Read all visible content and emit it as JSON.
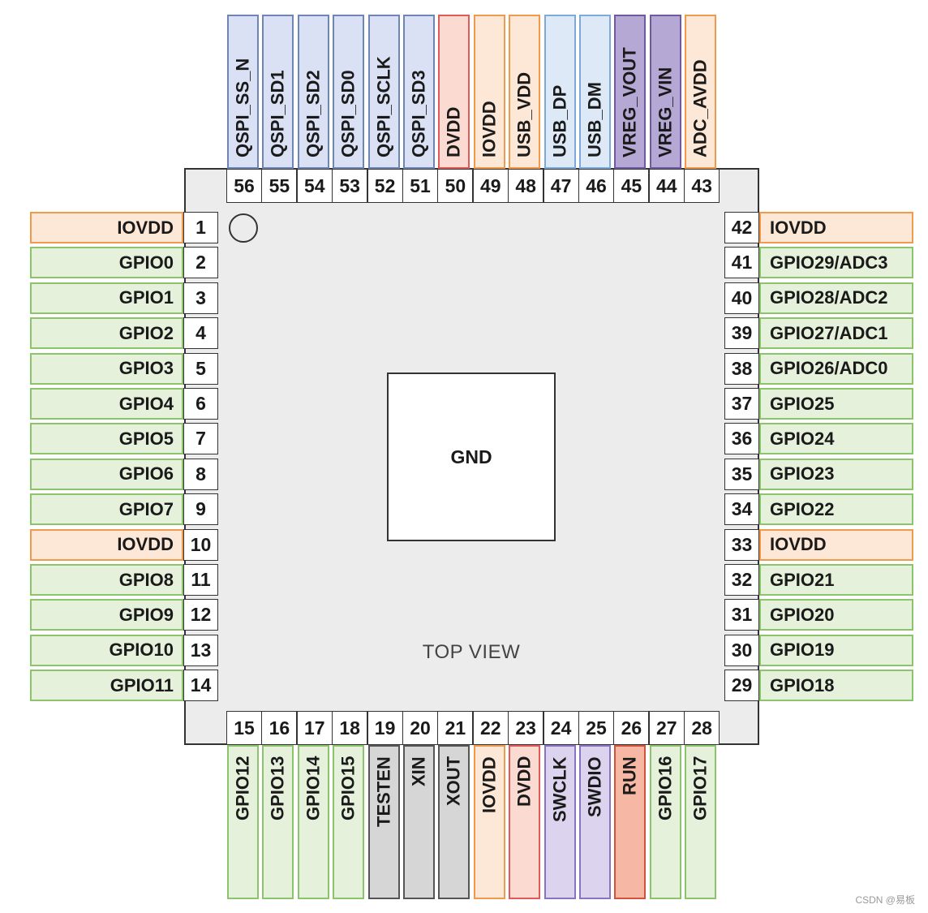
{
  "diagram": {
    "center_label": "GND",
    "view_label": "TOP VIEW",
    "watermark": "CSDN @易板"
  },
  "colors": {
    "power": {
      "fill": "#fde7d6",
      "border": "#f29a4c"
    },
    "gpio": {
      "fill": "#e6f1dc",
      "border": "#8cc46b"
    },
    "qspi": {
      "fill": "#dae1f4",
      "border": "#6f86b5"
    },
    "dvdd": {
      "fill": "#fbdad2",
      "border": "#e05a5a"
    },
    "usb": {
      "fill": "#dde9f6",
      "border": "#7eaad8"
    },
    "vreg": {
      "fill": "#b6a8d5",
      "border": "#6f5aa0"
    },
    "clock": {
      "fill": "#d6d6d6",
      "border": "#555555"
    },
    "debug": {
      "fill": "#dcd4ee",
      "border": "#8a74c0"
    },
    "run": {
      "fill": "#f6b8a5",
      "border": "#d0533c"
    }
  },
  "pins": {
    "left": [
      {
        "num": "1",
        "name": "IOVDD",
        "kind": "power"
      },
      {
        "num": "2",
        "name": "GPIO0",
        "kind": "gpio"
      },
      {
        "num": "3",
        "name": "GPIO1",
        "kind": "gpio"
      },
      {
        "num": "4",
        "name": "GPIO2",
        "kind": "gpio"
      },
      {
        "num": "5",
        "name": "GPIO3",
        "kind": "gpio"
      },
      {
        "num": "6",
        "name": "GPIO4",
        "kind": "gpio"
      },
      {
        "num": "7",
        "name": "GPIO5",
        "kind": "gpio"
      },
      {
        "num": "8",
        "name": "GPIO6",
        "kind": "gpio"
      },
      {
        "num": "9",
        "name": "GPIO7",
        "kind": "gpio"
      },
      {
        "num": "10",
        "name": "IOVDD",
        "kind": "power"
      },
      {
        "num": "11",
        "name": "GPIO8",
        "kind": "gpio"
      },
      {
        "num": "12",
        "name": "GPIO9",
        "kind": "gpio"
      },
      {
        "num": "13",
        "name": "GPIO10",
        "kind": "gpio"
      },
      {
        "num": "14",
        "name": "GPIO11",
        "kind": "gpio"
      }
    ],
    "bottom": [
      {
        "num": "15",
        "name": "GPIO12",
        "kind": "gpio"
      },
      {
        "num": "16",
        "name": "GPIO13",
        "kind": "gpio"
      },
      {
        "num": "17",
        "name": "GPIO14",
        "kind": "gpio"
      },
      {
        "num": "18",
        "name": "GPIO15",
        "kind": "gpio"
      },
      {
        "num": "19",
        "name": "TESTEN",
        "kind": "clock"
      },
      {
        "num": "20",
        "name": "XIN",
        "kind": "clock"
      },
      {
        "num": "21",
        "name": "XOUT",
        "kind": "clock"
      },
      {
        "num": "22",
        "name": "IOVDD",
        "kind": "power"
      },
      {
        "num": "23",
        "name": "DVDD",
        "kind": "dvdd"
      },
      {
        "num": "24",
        "name": "SWCLK",
        "kind": "debug"
      },
      {
        "num": "25",
        "name": "SWDIO",
        "kind": "debug"
      },
      {
        "num": "26",
        "name": "RUN",
        "kind": "run"
      },
      {
        "num": "27",
        "name": "GPIO16",
        "kind": "gpio"
      },
      {
        "num": "28",
        "name": "GPIO17",
        "kind": "gpio"
      }
    ],
    "right": [
      {
        "num": "42",
        "name": "IOVDD",
        "kind": "power"
      },
      {
        "num": "41",
        "name": "GPIO29/ADC3",
        "kind": "gpio"
      },
      {
        "num": "40",
        "name": "GPIO28/ADC2",
        "kind": "gpio"
      },
      {
        "num": "39",
        "name": "GPIO27/ADC1",
        "kind": "gpio"
      },
      {
        "num": "38",
        "name": "GPIO26/ADC0",
        "kind": "gpio"
      },
      {
        "num": "37",
        "name": "GPIO25",
        "kind": "gpio"
      },
      {
        "num": "36",
        "name": "GPIO24",
        "kind": "gpio"
      },
      {
        "num": "35",
        "name": "GPIO23",
        "kind": "gpio"
      },
      {
        "num": "34",
        "name": "GPIO22",
        "kind": "gpio"
      },
      {
        "num": "33",
        "name": "IOVDD",
        "kind": "power"
      },
      {
        "num": "32",
        "name": "GPIO21",
        "kind": "gpio"
      },
      {
        "num": "31",
        "name": "GPIO20",
        "kind": "gpio"
      },
      {
        "num": "30",
        "name": "GPIO19",
        "kind": "gpio"
      },
      {
        "num": "29",
        "name": "GPIO18",
        "kind": "gpio"
      }
    ],
    "top": [
      {
        "num": "56",
        "name": "QSPI_SS_N",
        "kind": "qspi"
      },
      {
        "num": "55",
        "name": "QSPI_SD1",
        "kind": "qspi"
      },
      {
        "num": "54",
        "name": "QSPI_SD2",
        "kind": "qspi"
      },
      {
        "num": "53",
        "name": "QSPI_SD0",
        "kind": "qspi"
      },
      {
        "num": "52",
        "name": "QSPI_SCLK",
        "kind": "qspi"
      },
      {
        "num": "51",
        "name": "QSPI_SD3",
        "kind": "qspi"
      },
      {
        "num": "50",
        "name": "DVDD",
        "kind": "dvdd"
      },
      {
        "num": "49",
        "name": "IOVDD",
        "kind": "power"
      },
      {
        "num": "48",
        "name": "USB_VDD",
        "kind": "power"
      },
      {
        "num": "47",
        "name": "USB_DP",
        "kind": "usb"
      },
      {
        "num": "46",
        "name": "USB_DM",
        "kind": "usb"
      },
      {
        "num": "45",
        "name": "VREG_VOUT",
        "kind": "vreg"
      },
      {
        "num": "44",
        "name": "VREG_VIN",
        "kind": "vreg"
      },
      {
        "num": "43",
        "name": "ADC_AVDD",
        "kind": "power"
      }
    ]
  }
}
